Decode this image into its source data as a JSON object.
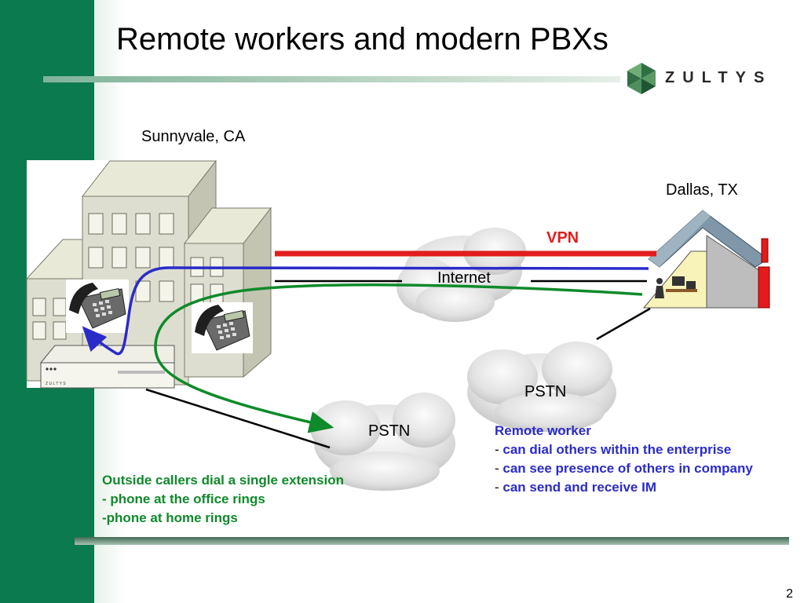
{
  "slide": {
    "title": "Remote workers and modern PBXs",
    "page_number": "2"
  },
  "logo": {
    "text": "ZULTYS"
  },
  "locations": {
    "office": "Sunnyvale, CA",
    "home": "Dallas, TX"
  },
  "links": {
    "vpn": "VPN",
    "internet": "Internet",
    "pstn_left": "PSTN",
    "pstn_right": "PSTN"
  },
  "notes": {
    "outside_callers": {
      "heading": "Outside callers dial a single extension",
      "items": [
        "- phone at the office rings",
        "-phone at home rings"
      ]
    },
    "remote_worker": {
      "heading": "Remote worker",
      "items": [
        "can dial others within the enterprise",
        "can see presence of others in company",
        "can send and receive IM"
      ]
    }
  },
  "colors": {
    "brand_green": "#0b7a4e",
    "vpn_red": "#e11d1d",
    "call_green": "#0f8a2a",
    "im_blue": "#2b2bc9"
  }
}
